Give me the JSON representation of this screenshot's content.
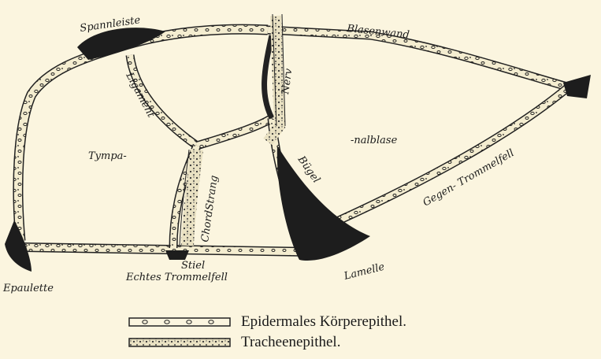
{
  "labels": {
    "spannleiste": "Spannleiste",
    "blasenwand": "Blasenwand",
    "ligament": "Ligament",
    "nerv": "Nerv",
    "nalblase": "-nalblase",
    "tympa": "Tympa-",
    "buegel": "Bügel",
    "chordstrang": "ChordStrang",
    "gegen_trommelfell": "Gegen- Trommelfell",
    "stiel": "Stiel",
    "echtes_trommelfell": "Echtes Trommelfell",
    "lamelle": "Lamelle",
    "epaulette": "Epaulette"
  },
  "legend": [
    {
      "label": "Epidermales Körperepithel.",
      "symbol": "dotted-bar"
    },
    {
      "label": "Tracheenepithel.",
      "symbol": "stippled-bar"
    }
  ],
  "colors": {
    "background": "#fbf5df",
    "ink": "#1a1a1a",
    "tissue": "#f4edd0"
  }
}
